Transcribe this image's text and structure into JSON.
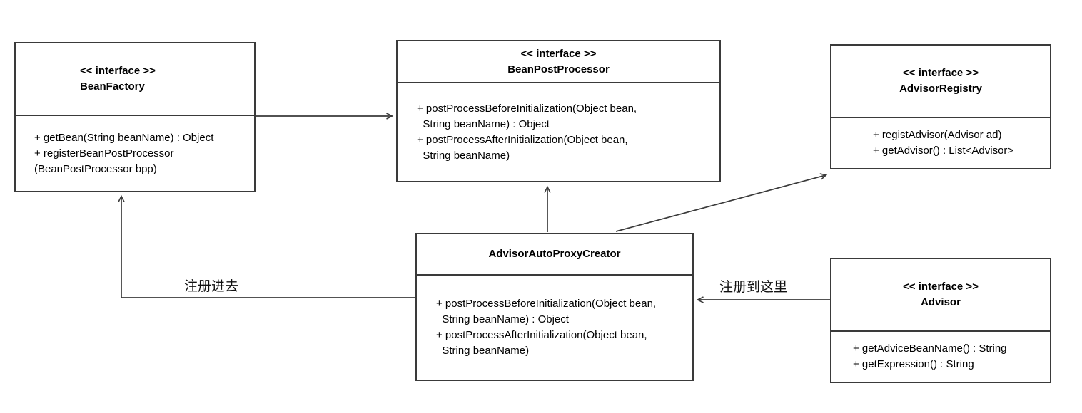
{
  "diagram": {
    "background": "#ffffff",
    "line_color": "#3a3a3a",
    "boxes": [
      {
        "stereotype": "<< interface >>",
        "name": "BeanFactory",
        "methods": [
          "+ getBean(String beanName) : Object",
          "+ registerBeanPostProcessor\n(BeanPostProcessor bpp)"
        ]
      },
      {
        "stereotype": "<< interface >>",
        "name": "BeanPostProcessor",
        "methods": [
          "+ postProcessBeforeInitialization(Object bean,\n  String beanName) : Object",
          "+ postProcessAfterInitialization(Object bean,\n  String beanName)"
        ]
      },
      {
        "stereotype": "<< interface >>",
        "name": "AdvisorRegistry",
        "methods": [
          "+ registAdvisor(Advisor ad)",
          "+ getAdvisor() : List<Advisor>"
        ]
      },
      {
        "name": "AdvisorAutoProxyCreator",
        "methods": [
          "+ postProcessBeforeInitialization(Object bean,\n  String beanName) : Object",
          "+ postProcessAfterInitialization(Object bean,\n  String beanName)"
        ]
      },
      {
        "stereotype": "<< interface >>",
        "name": "Advisor",
        "methods": [
          "+ getAdviceBeanName() : String",
          "+ getExpression() : String"
        ]
      }
    ],
    "edge_labels": {
      "to_bean_factory": "注册进去",
      "to_proxy_creator": "注册到这里"
    }
  }
}
